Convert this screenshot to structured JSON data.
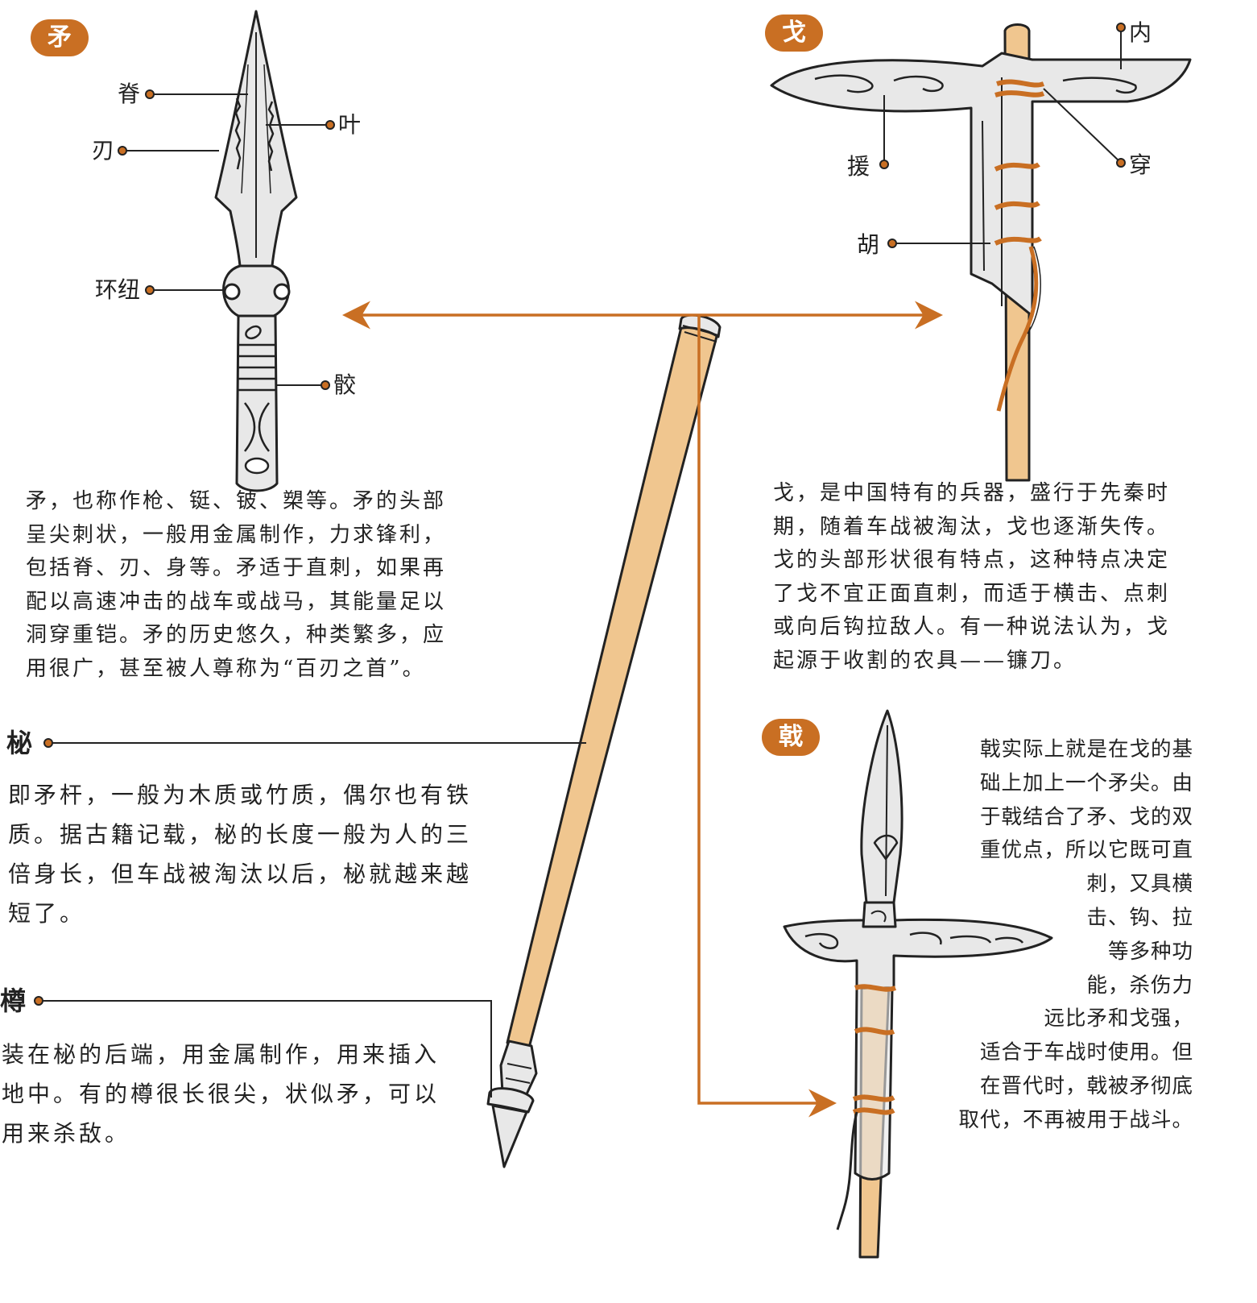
{
  "colors": {
    "accent": "#c96f23",
    "shaft": "#f0c68f",
    "metal": "#e8e8e8",
    "line": "#222222"
  },
  "mao": {
    "badge": "矛",
    "labels": {
      "ji": "脊",
      "ren": "刃",
      "ye": "叶",
      "huanniu": "环纽",
      "jiao": "骹"
    },
    "text": [
      "矛，也称作枪、铤、铍、槊等。矛的头部",
      "呈尖刺状，一般用金属制作，力求锋利，",
      "包括脊、刃、身等。矛适于直刺，如果再",
      "配以高速冲击的战车或战马，其能量足以",
      "洞穿重铠。矛的历史悠久，种类繁多，应",
      "用很广，甚至被人尊称为“百刃之首”。"
    ]
  },
  "ge": {
    "badge": "戈",
    "labels": {
      "nei": "内",
      "yuan": "援",
      "chuan": "穿",
      "hu": "胡"
    },
    "text": [
      "戈，是中国特有的兵器，盛行于先秦时",
      "期，随着车战被淘汰，戈也逐渐失传。",
      "戈的头部形状很有特点，这种特点决定",
      "了戈不宜正面直刺，而适于横击、点刺",
      "或向后钩拉敌人。有一种说法认为，戈",
      "起源于收割的农具——镰刀。"
    ]
  },
  "bi": {
    "title": "柲",
    "text": [
      "即矛杆，一般为木质或竹质，偶尔也有铁",
      "质。据古籍记载，柲的长度一般为人的三",
      "倍身长，但车战被淘汰以后，柲就越来越",
      "短了。"
    ]
  },
  "zun": {
    "title": "樽",
    "text": [
      "装在柲的后端，用金属制作，用来插入",
      "地中。有的樽很长很尖，状似矛，可以",
      "用来杀敌。"
    ]
  },
  "ji": {
    "badge": "戟",
    "text": [
      "戟实际上就是在戈的基",
      "础上加上一个矛尖。由",
      "于戟结合了矛、戈的双",
      "重优点，所以它既可直",
      "刺，又具横",
      "击、钩、拉",
      "等多种功",
      "能，杀伤力",
      "远比矛和戈强，",
      "适合于车战时使用。但",
      "在晋代时，戟被矛彻底",
      "取代，不再被用于战斗。"
    ]
  }
}
